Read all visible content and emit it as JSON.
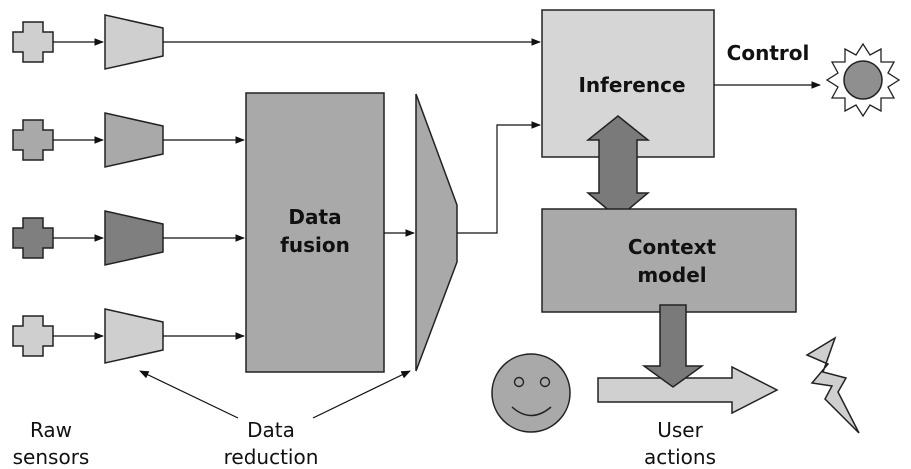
{
  "blocks": {
    "data_fusion": [
      "Data",
      "fusion"
    ],
    "inference": "Inference",
    "context_model": [
      "Context",
      "model"
    ],
    "control": "Control"
  },
  "captions": {
    "raw_sensors": [
      "Raw",
      "sensors"
    ],
    "data_reduction": [
      "Data",
      "reduction"
    ],
    "user_actions": [
      "User",
      "actions"
    ]
  },
  "colors": {
    "sensor_light": "#cfcfcf",
    "sensor_mid": "#a9a9a9",
    "sensor_dark": "#7f7f7f",
    "trap_light": "#cfcfcf",
    "trap_mid": "#a9a9a9",
    "trap_dark": "#7f7f7f",
    "fusion_fill": "#a9a9a9",
    "inference_fill": "#d6d6d6",
    "context_fill": "#a9a9a9",
    "double_arrow": "#7a7a7a",
    "user_arrow": "#d0d0d0",
    "face_fill": "#a9a9a9",
    "sun_fill": "#8f8f8f",
    "bolt_fill": "#cfcfcf",
    "stroke": "#222222"
  }
}
